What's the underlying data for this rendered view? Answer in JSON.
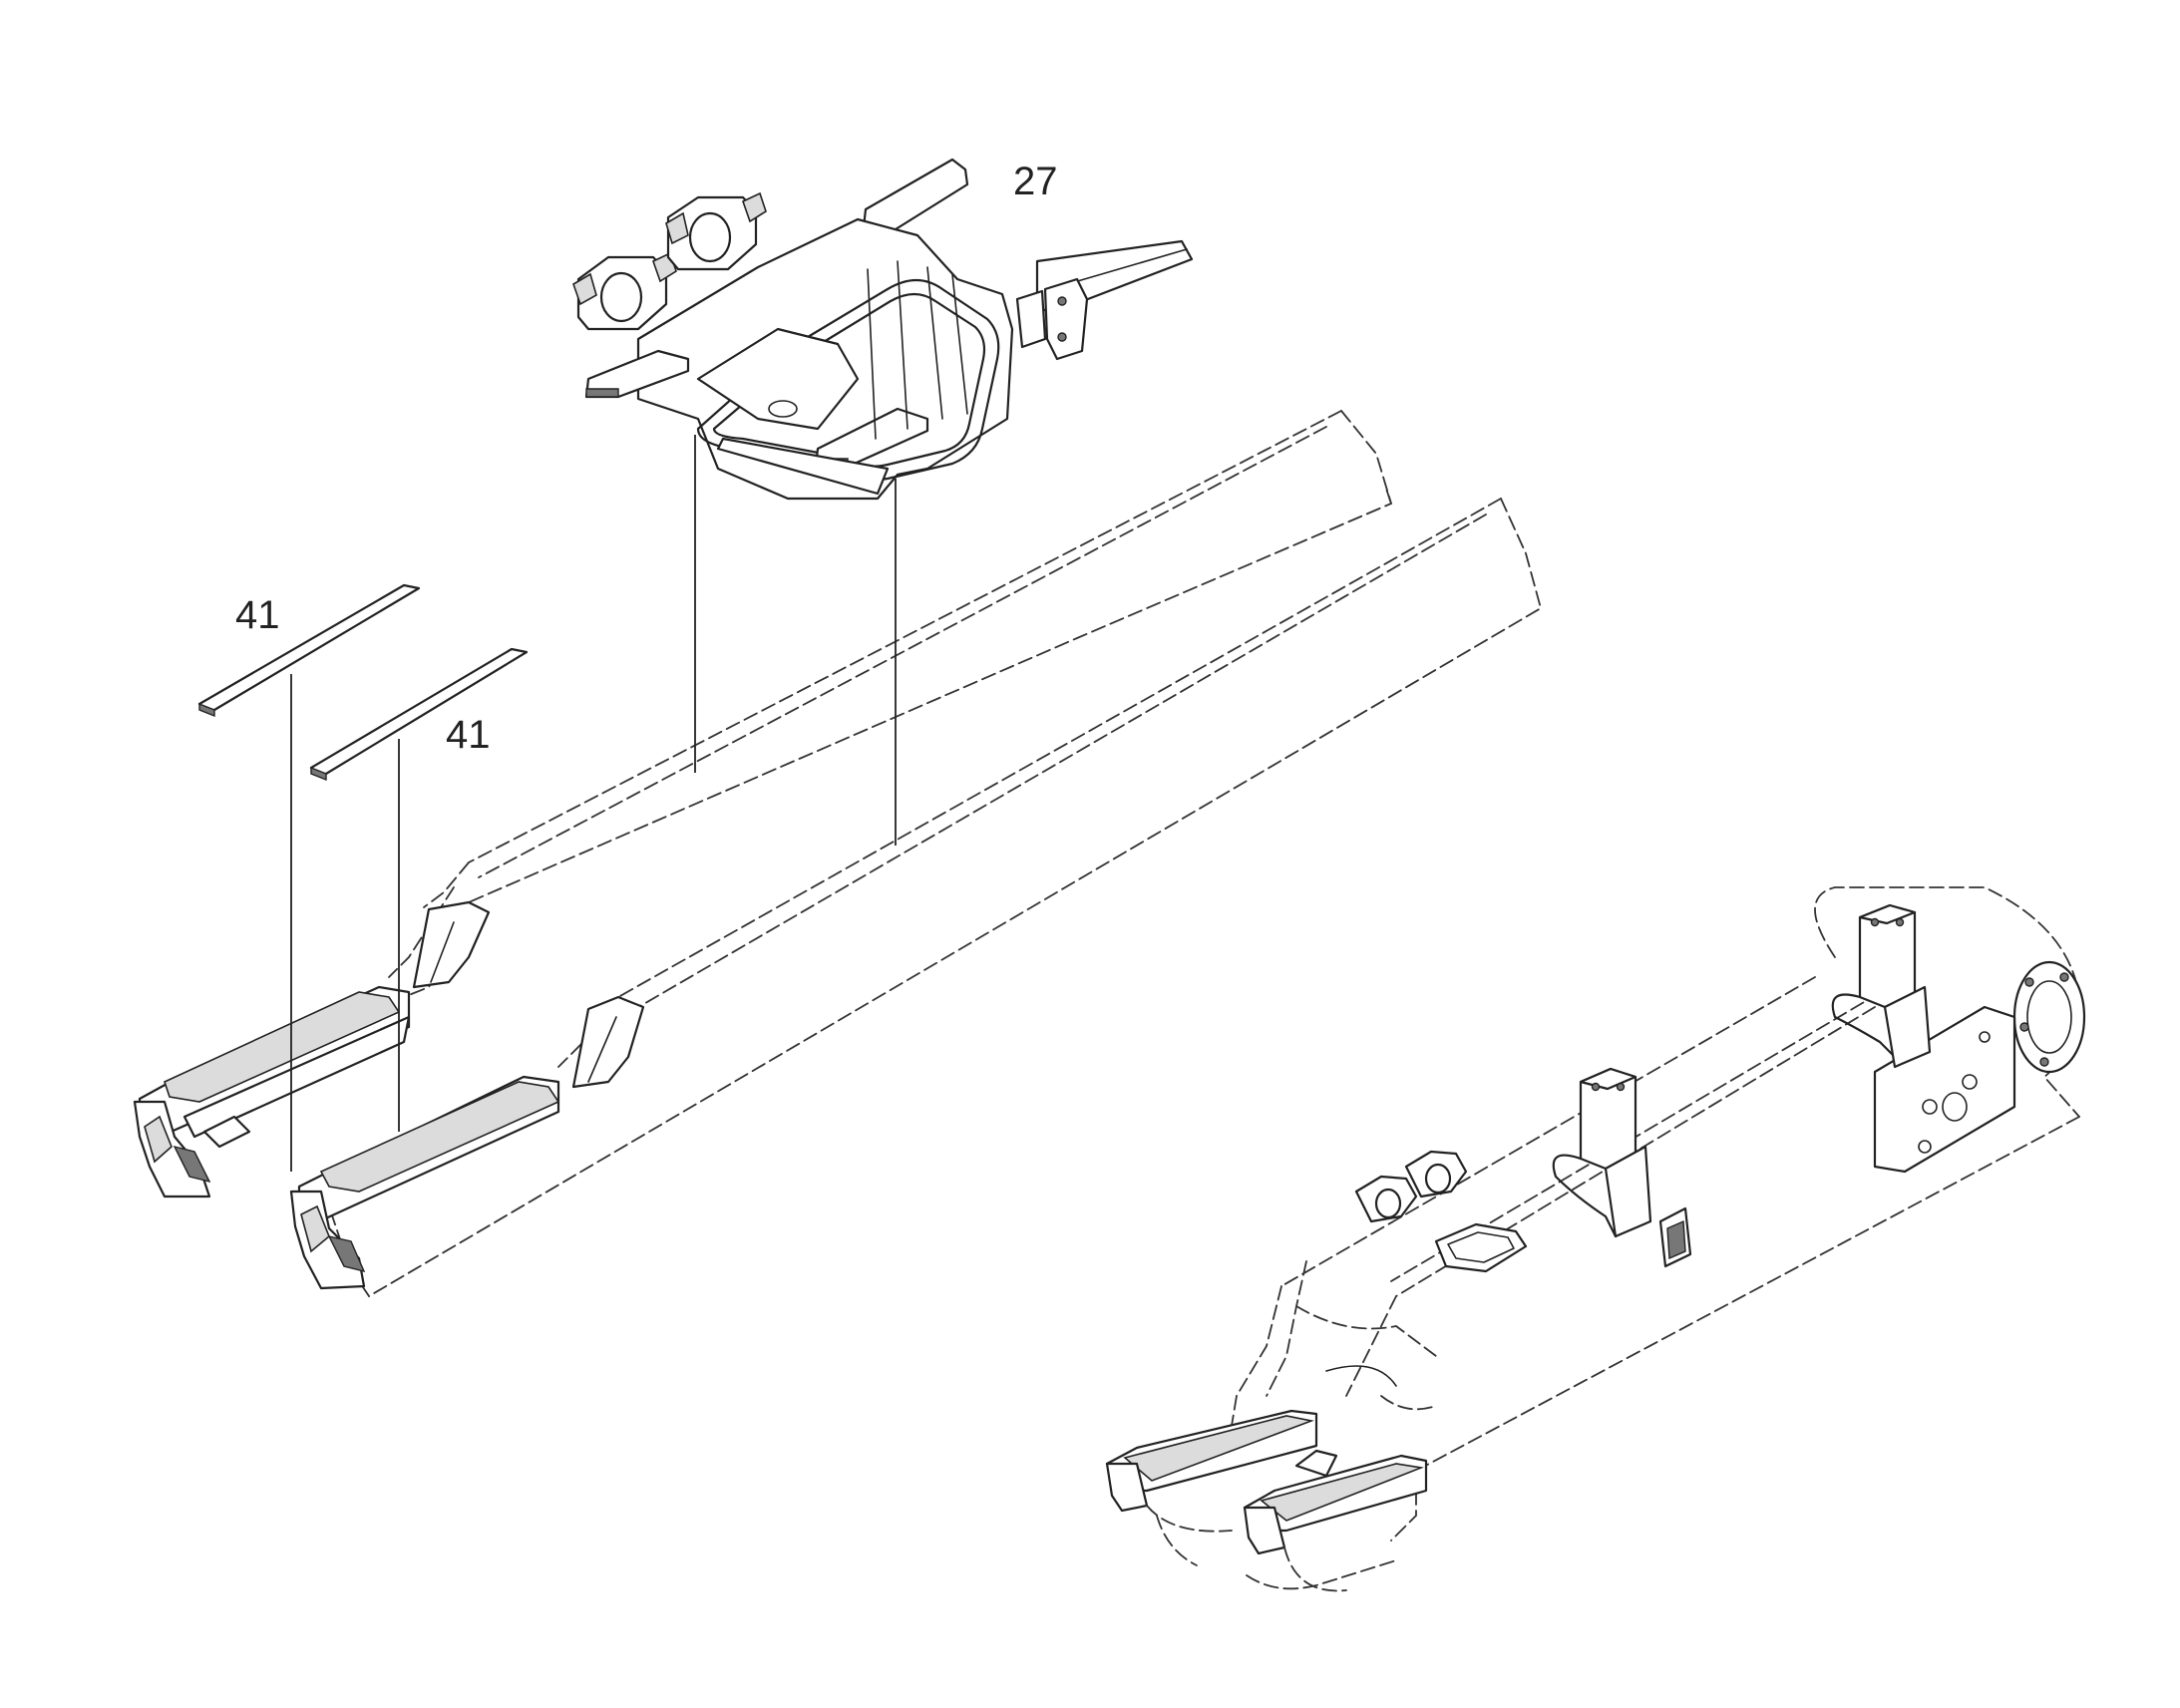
{
  "callouts": {
    "part_27": "27",
    "part_41_upper": "41",
    "part_41_lower": "41"
  }
}
